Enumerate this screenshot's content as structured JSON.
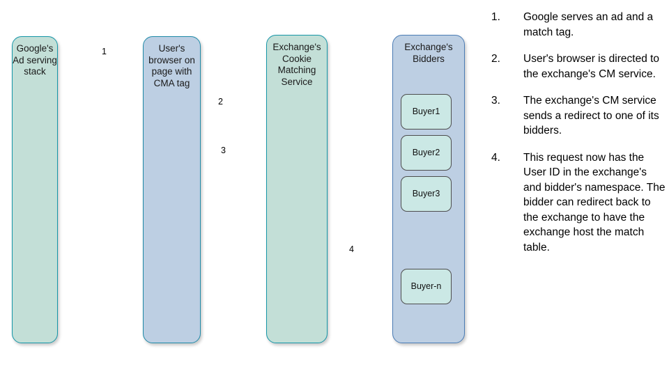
{
  "diagram": {
    "type": "cookie-matching-flow",
    "lanes": [
      {
        "id": "google-ad-serving-stack",
        "label": "Google's\nAd serving\nstack",
        "color": "#c3dfd7",
        "border": "#1596a8"
      },
      {
        "id": "user-browser",
        "label": "User's\nbrowser on\npage with\nCMA tag",
        "color": "#bdcfe3",
        "border": "#1f8aa8"
      },
      {
        "id": "exchange-cookie-matching-service",
        "label": "Exchange's\nCookie\nMatching\nService",
        "color": "#c3dfd7",
        "border": "#1596a8"
      },
      {
        "id": "exchange-bidders",
        "label": "Exchange's\nBidders",
        "color": "#bdcfe3",
        "border": "#4a7cb5"
      }
    ],
    "buyers": [
      {
        "id": "buyer1",
        "label": "Buyer1"
      },
      {
        "id": "buyer2",
        "label": "Buyer2"
      },
      {
        "id": "buyer3",
        "label": "Buyer3"
      },
      {
        "id": "buyer-n",
        "label": "Buyer-n"
      }
    ],
    "arrows": [
      {
        "id": "arrow-1",
        "label": "1",
        "from": "google-ad-serving-stack",
        "to": "user-browser",
        "direction": "right"
      },
      {
        "id": "arrow-2",
        "label": "2",
        "from": "user-browser",
        "to": "exchange-cookie-matching-service",
        "direction": "right"
      },
      {
        "id": "arrow-3",
        "label": "3",
        "from": "exchange-cookie-matching-service",
        "to": "user-browser",
        "direction": "left"
      },
      {
        "id": "arrow-4",
        "label": "4",
        "from": "exchange-cookie-matching-service",
        "to": "exchange-bidders",
        "direction": "right"
      }
    ],
    "arrow_color": "#0f8d9c"
  },
  "steps": [
    {
      "num": "1.",
      "text": "Google serves an ad and a match tag."
    },
    {
      "num": "2.",
      "text": "User's browser is directed to the exchange's CM service."
    },
    {
      "num": "3.",
      "text": "The exchange's CM service sends a redirect to one of its bidders."
    },
    {
      "num": "4.",
      "text": "This request now has the User ID in the exchange's and bidder's namespace. The bidder can redirect back to the exchange to have the exchange host the match table."
    }
  ]
}
